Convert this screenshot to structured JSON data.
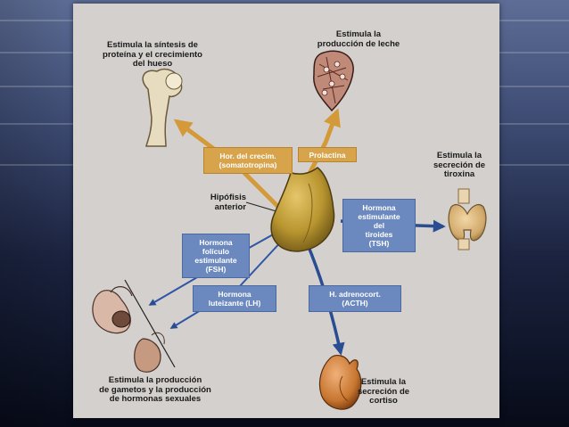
{
  "diagram": {
    "hormones": {
      "gh": "Hor. del crecim.\n(somatotropina)",
      "prolactin": "Prolactina",
      "tsh": "Hormona\nestimulante\ndel\ntiroides\n(TSH)",
      "fsh": "Hormona\nfolículo\nestimulante\n(FSH)",
      "lh": "Hormona\nluteizante (LH)",
      "acth": "H. adrenocort.\n(ACTH)"
    },
    "effects": {
      "bone": "Estimula la síntesis de\nproteína y el crecimiento\ndel hueso",
      "milk": "Estimula la\nproducción de leche",
      "thyroid": "Estimula la\nsecreción de\ntiroxina",
      "gonads": "Estimula la producción\nde gametos y la producción\nde hormonas sexuales",
      "adrenal": "Estimula la\nsecreción de\ncortiso"
    },
    "center_label": "Hipófisis\nanterior",
    "colors": {
      "gold_box": "#d7a34b",
      "blue_box": "#6c89bf",
      "gold_arrow": "#d49a3a",
      "blue_arrow": "#2a4c92",
      "gland": "#b8952f"
    }
  }
}
